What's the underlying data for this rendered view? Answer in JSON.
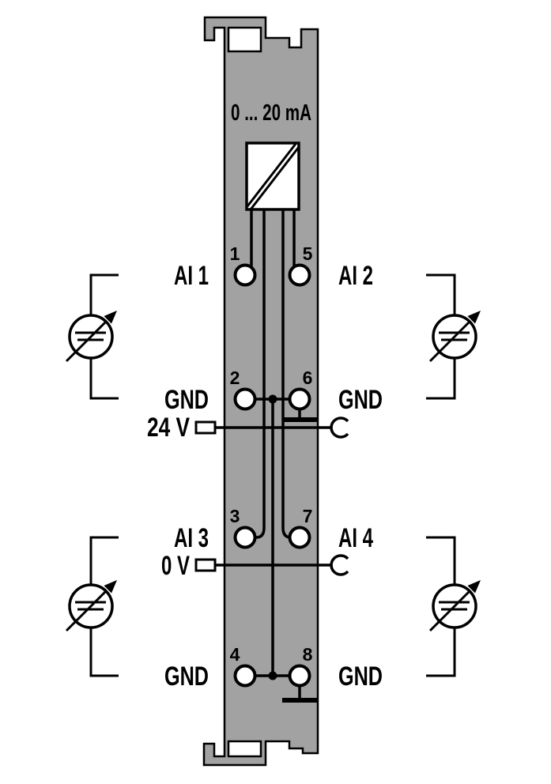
{
  "device": {
    "signal_range_label": "0 ... 20 mA"
  },
  "terminals": {
    "t1": {
      "num": "1",
      "label": "AI 1"
    },
    "t2": {
      "num": "2",
      "label": "GND"
    },
    "t3": {
      "num": "3",
      "label": "AI 3"
    },
    "t4": {
      "num": "4",
      "label": "GND"
    },
    "t5": {
      "num": "5",
      "label": "AI 2"
    },
    "t6": {
      "num": "6",
      "label": "GND"
    },
    "t7": {
      "num": "7",
      "label": "AI 4"
    },
    "t8": {
      "num": "8",
      "label": "GND"
    }
  },
  "supply": {
    "positive_label": "24 V",
    "negative_label": "0 V"
  },
  "colors": {
    "module_body": "#a2a2a2",
    "outline": "#000000",
    "background": "#ffffff",
    "terminal_fill": "#ffffff"
  }
}
